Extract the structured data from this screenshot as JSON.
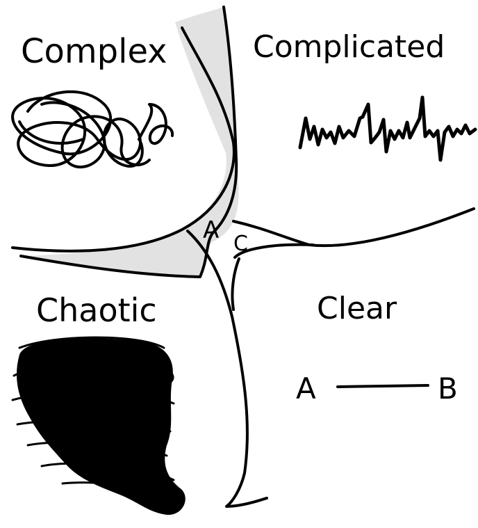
{
  "domains": {
    "complex": "Complex",
    "complicated": "Complicated",
    "chaotic": "Chaotic",
    "clear": "Clear"
  },
  "inner_regions": {
    "a": "A",
    "c": "C"
  },
  "clear_path": {
    "from": "A",
    "to": "B"
  },
  "icons": {
    "complex": "tangled-scribble-icon",
    "complicated": "waveform-icon",
    "chaotic": "tornado-scribble-icon",
    "clear": "straight-line-icon"
  },
  "colors": {
    "ink": "#000000",
    "shading": "#e2e2e2",
    "background": "#ffffff"
  }
}
